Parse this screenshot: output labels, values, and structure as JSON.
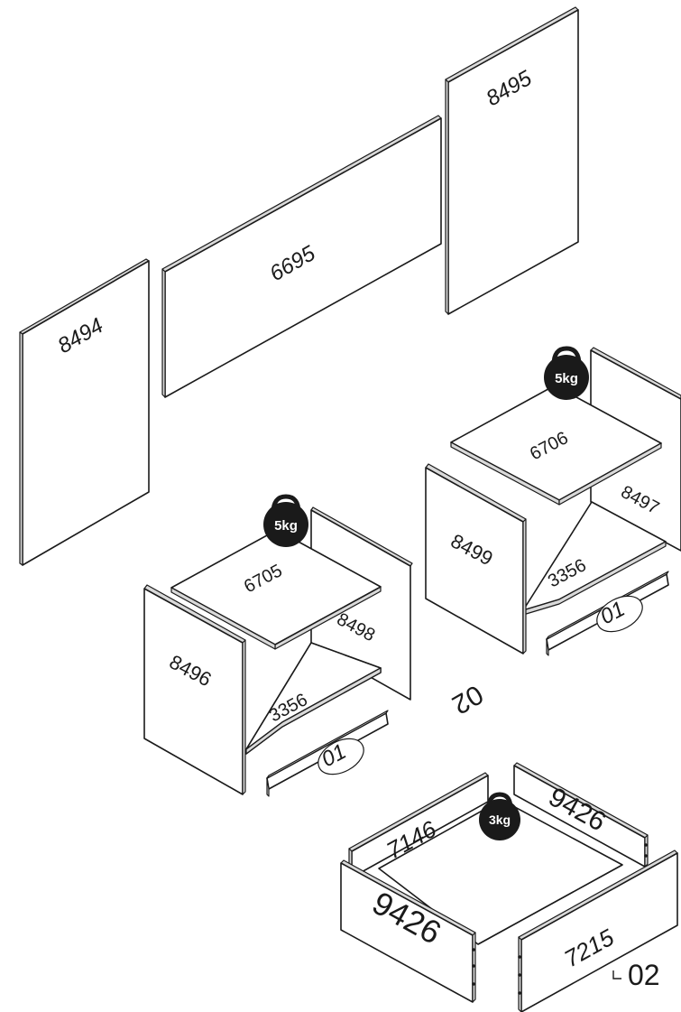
{
  "colors": {
    "ink": "#1a1a1a",
    "panel": "#ffffff",
    "edge": "#d9d9d9",
    "weight": "#1a1a1a"
  },
  "panels": {
    "left_side_tall": "8494",
    "back_wide": "6695",
    "right_side_tall": "8495"
  },
  "unit_left": {
    "top": "6705",
    "side_left": "8496",
    "side_right": "8498",
    "bottom": "3356",
    "drawer_callout": "01",
    "weight": "5kg",
    "weight_icon": "kettlebell-icon"
  },
  "unit_right": {
    "top": "6706",
    "side_left": "8499",
    "side_right": "8497",
    "bottom": "3356",
    "drawer_callout": "01",
    "weight": "5kg",
    "weight_icon": "kettlebell-icon"
  },
  "drawer": {
    "back": "7146",
    "side_right": "9426",
    "side_front_left": "9426",
    "front_right": "7215",
    "bottom": "02",
    "weight": "3kg",
    "weight_icon": "kettlebell-icon"
  },
  "step_label": "02",
  "step_icon": "corner-bracket-icon"
}
